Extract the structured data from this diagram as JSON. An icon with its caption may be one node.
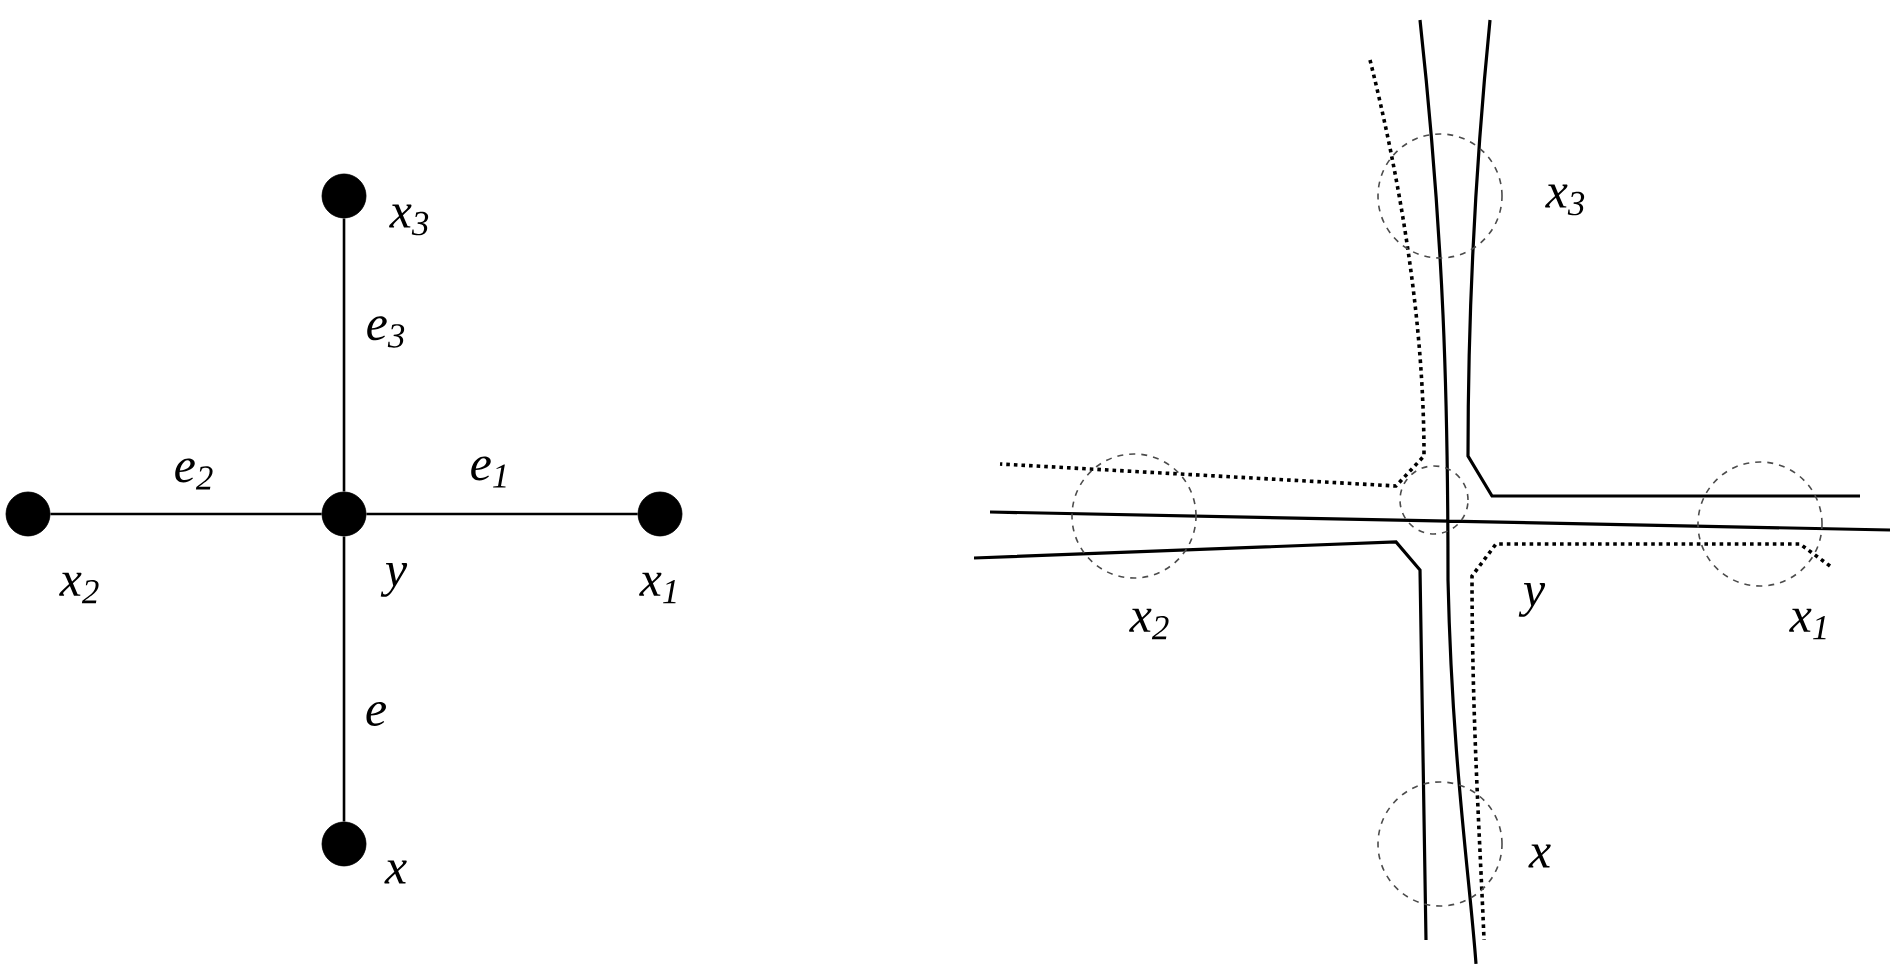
{
  "diagram": {
    "nodes": [
      {
        "text": [],
        "shape": "circle",
        "beside": [
          "x$_{3}$"
        ]
      },
      {
        "text": [],
        "shape": "circle",
        "beside": [
          "x$_{2}$"
        ]
      },
      {
        "text": [],
        "shape": "circle",
        "beside": [
          "y"
        ]
      },
      {
        "text": [],
        "shape": "circle",
        "beside": [
          "x$_{1}$"
        ]
      },
      {
        "text": [],
        "shape": "circle",
        "beside": [
          "x"
        ]
      },
      {
        "text": [],
        "shape": "circle",
        "beside": [
          "x$_{3}$"
        ]
      },
      {
        "text": [],
        "shape": "circle",
        "beside": [
          "x$_{2}$"
        ]
      },
      {
        "text": [],
        "shape": "circle",
        "beside": [
          "y"
        ]
      },
      {
        "text": [],
        "shape": "circle",
        "beside": [
          "x$_{1}$"
        ]
      },
      {
        "text": [],
        "shape": "circle",
        "beside": [
          "x"
        ]
      }
    ],
    "edges": [
      {
        "from": 2,
        "to": 3,
        "arrow": "none",
        "label": "e$_{1}$"
      },
      {
        "from": 2,
        "to": 1,
        "arrow": "none",
        "label": "e$_{2}$"
      },
      {
        "from": 2,
        "to": 0,
        "arrow": "none",
        "label": "e$_{3}$"
      },
      {
        "from": 2,
        "to": 4,
        "arrow": "none",
        "label": "e"
      }
    ]
  }
}
